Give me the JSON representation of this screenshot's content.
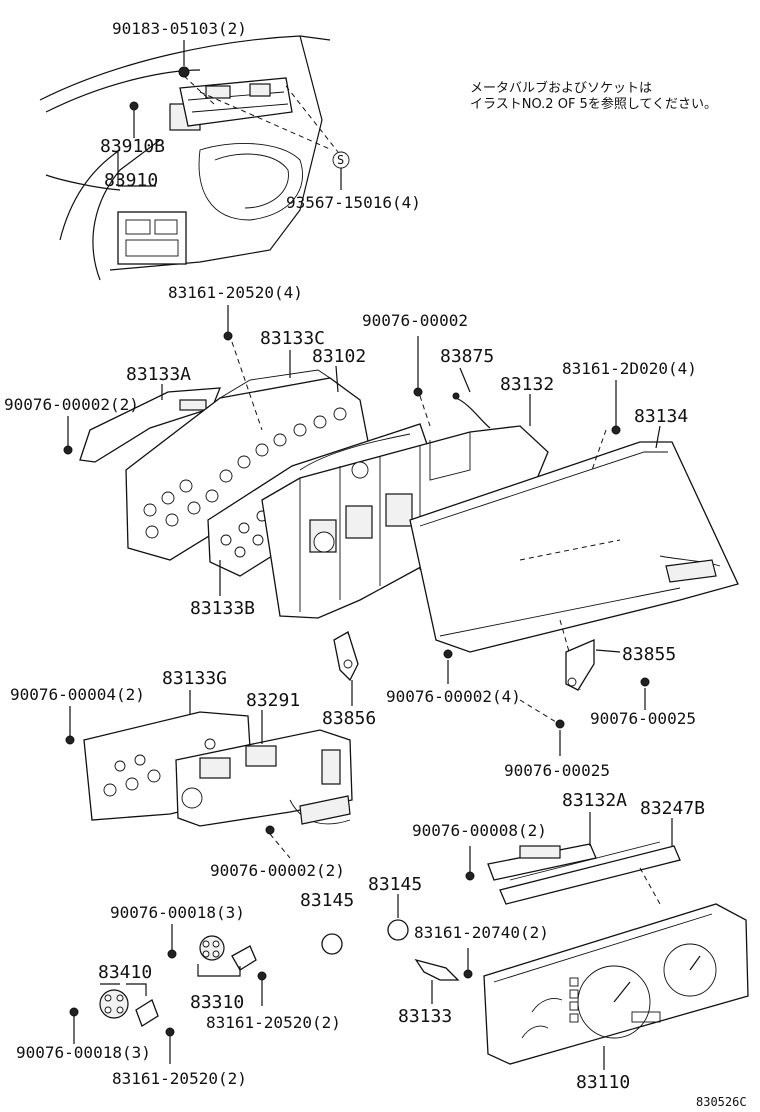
{
  "note": {
    "line1": "メータバルブおよびソケットは",
    "line2": "イラストNO.2 OF 5を参照してください。"
  },
  "catalog_code": "830526C",
  "labels": {
    "p90183_05103": "90183-05103(2)",
    "p83910B": "83910B",
    "p83910": "83910",
    "p93567_15016": "93567-15016(4)",
    "s_marker": "S",
    "p83161_20520_4": "83161-20520(4)",
    "p90076_00002_top": "90076-00002",
    "p83133C": "83133C",
    "p83102": "83102",
    "p83875": "83875",
    "p83133A": "83133A",
    "p83132": "83132",
    "p83161_2D020": "83161-2D020(4)",
    "p90076_00002_2_left": "90076-00002(2)",
    "p83134": "83134",
    "p83133B": "83133B",
    "p83855": "83855",
    "p90076_00004": "90076-00004(2)",
    "p83133G": "83133G",
    "p83291": "83291",
    "p83856": "83856",
    "p90076_00002_4": "90076-00002(4)",
    "p90076_00025_a": "90076-00025",
    "p90076_00025_b": "90076-00025",
    "p83132A": "83132A",
    "p83247B": "83247B",
    "p90076_00008": "90076-00008(2)",
    "p90076_00002_2_mid": "90076-00002(2)",
    "p83145_a": "83145",
    "p83145_b": "83145",
    "p90076_00018_a": "90076-00018(3)",
    "p83161_20740": "83161-20740(2)",
    "p83410": "83410",
    "p83310": "83310",
    "p83133": "83133",
    "p83161_20520_2a": "83161-20520(2)",
    "p90076_00018_b": "90076-00018(3)",
    "p83161_20520_2b": "83161-20520(2)",
    "p83110": "83110"
  }
}
